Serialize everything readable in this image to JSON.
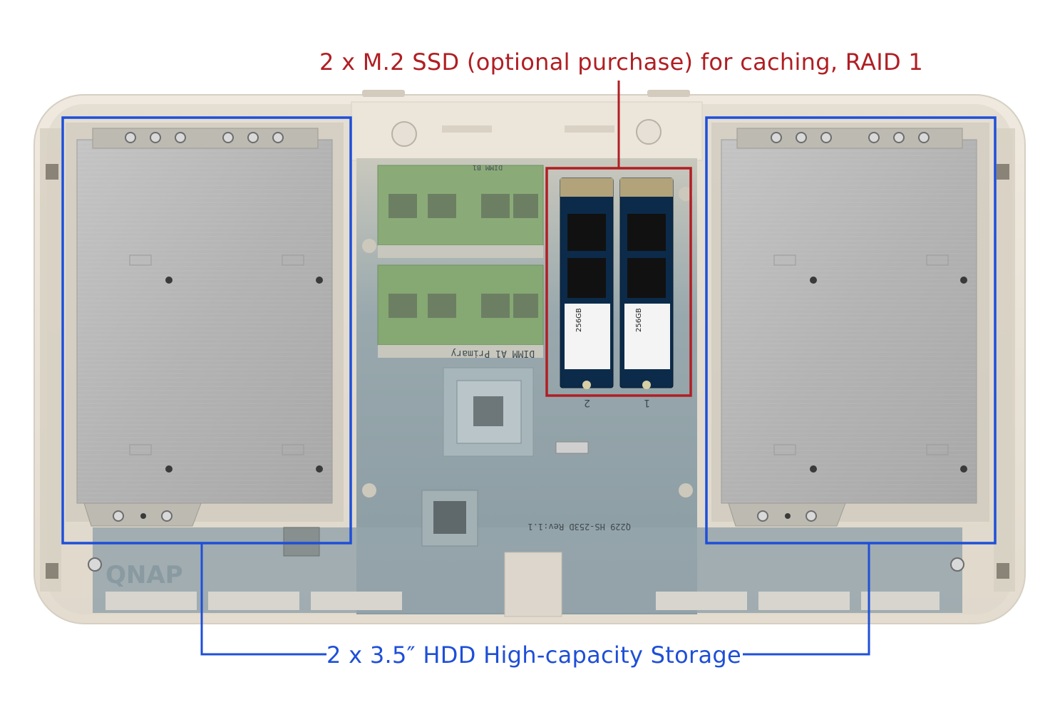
{
  "callouts": {
    "ssd": {
      "text": "2 x M.2 SSD (optional purchase) for caching, RAID 1",
      "color": "#b01e23"
    },
    "hdd": {
      "text": "2 x 3.5″ HDD High-capacity Storage",
      "color": "#1e4fd8"
    }
  },
  "board": {
    "brand_mark": "QNAP",
    "dimm_top_label": "DIMM B1",
    "dimm_bottom_label": "DIMM A1 Primary",
    "board_id": "Q229 HS-253D Rev:1.1",
    "m2_slot_marks": [
      "2",
      "1"
    ],
    "ssd_capacity": "256GB"
  },
  "colors": {
    "chassis": "#ebe5da",
    "chassis_edge": "#d9d1c4",
    "drive_plate": "#b5b5b5",
    "pcb": "#8ea0a8",
    "ram": "#7fa36f",
    "ssd_pcb": "#0c2b4a"
  }
}
